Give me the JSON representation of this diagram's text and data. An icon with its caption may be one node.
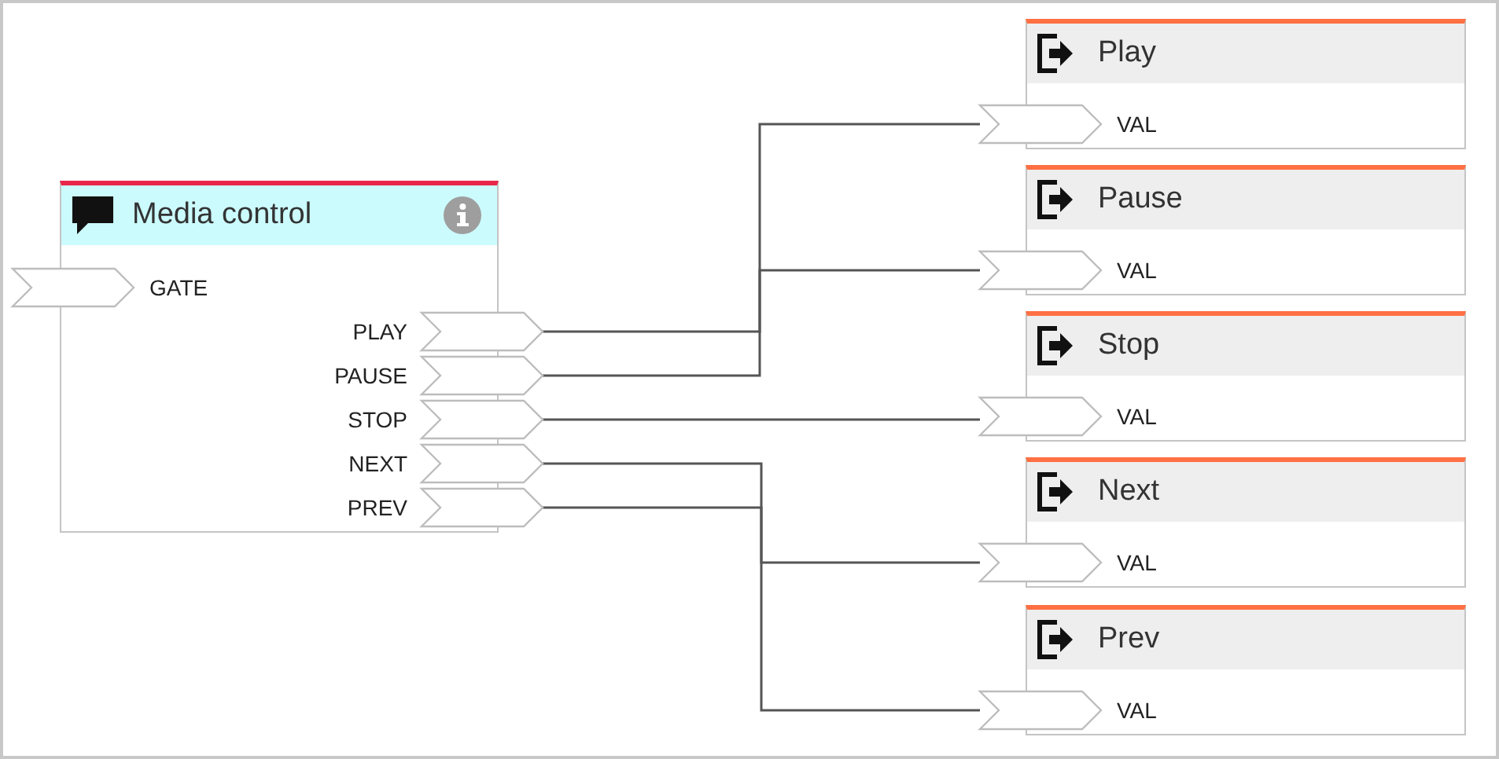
{
  "diagram": {
    "nodes": [
      {
        "text": [
          "Media control",
          "GATE",
          "PLAY",
          "PAUSE",
          "STOP",
          "NEXT",
          "PREV"
        ]
      },
      {
        "text": [],
        "shape": "chevron"
      },
      {
        "text": [],
        "shape": "chevron"
      },
      {
        "text": [],
        "shape": "chevron"
      },
      {
        "text": [],
        "shape": "chevron"
      },
      {
        "text": [],
        "shape": "chevron"
      },
      {
        "text": [],
        "shape": "chevron"
      },
      {
        "text": [
          "Play",
          "VAL"
        ]
      },
      {
        "text": [],
        "shape": "chevron"
      },
      {
        "text": [
          "Pause",
          "VAL"
        ]
      },
      {
        "text": [],
        "shape": "chevron"
      },
      {
        "text": [
          "Stop",
          "VAL"
        ]
      },
      {
        "text": [],
        "shape": "chevron"
      },
      {
        "text": [
          "Next",
          "VAL"
        ]
      },
      {
        "text": [],
        "shape": "chevron"
      },
      {
        "text": [
          "Prev",
          "VAL"
        ]
      },
      {
        "text": [],
        "shape": "chevron"
      }
    ],
    "edges": [
      {
        "from": 2,
        "to": 8,
        "arrow": "none"
      },
      {
        "from": 3,
        "to": 10,
        "arrow": "none"
      },
      {
        "from": 4,
        "to": 12,
        "arrow": "none"
      },
      {
        "from": 5,
        "to": 14,
        "arrow": "none"
      },
      {
        "from": 6,
        "to": 16,
        "arrow": "none"
      }
    ]
  }
}
